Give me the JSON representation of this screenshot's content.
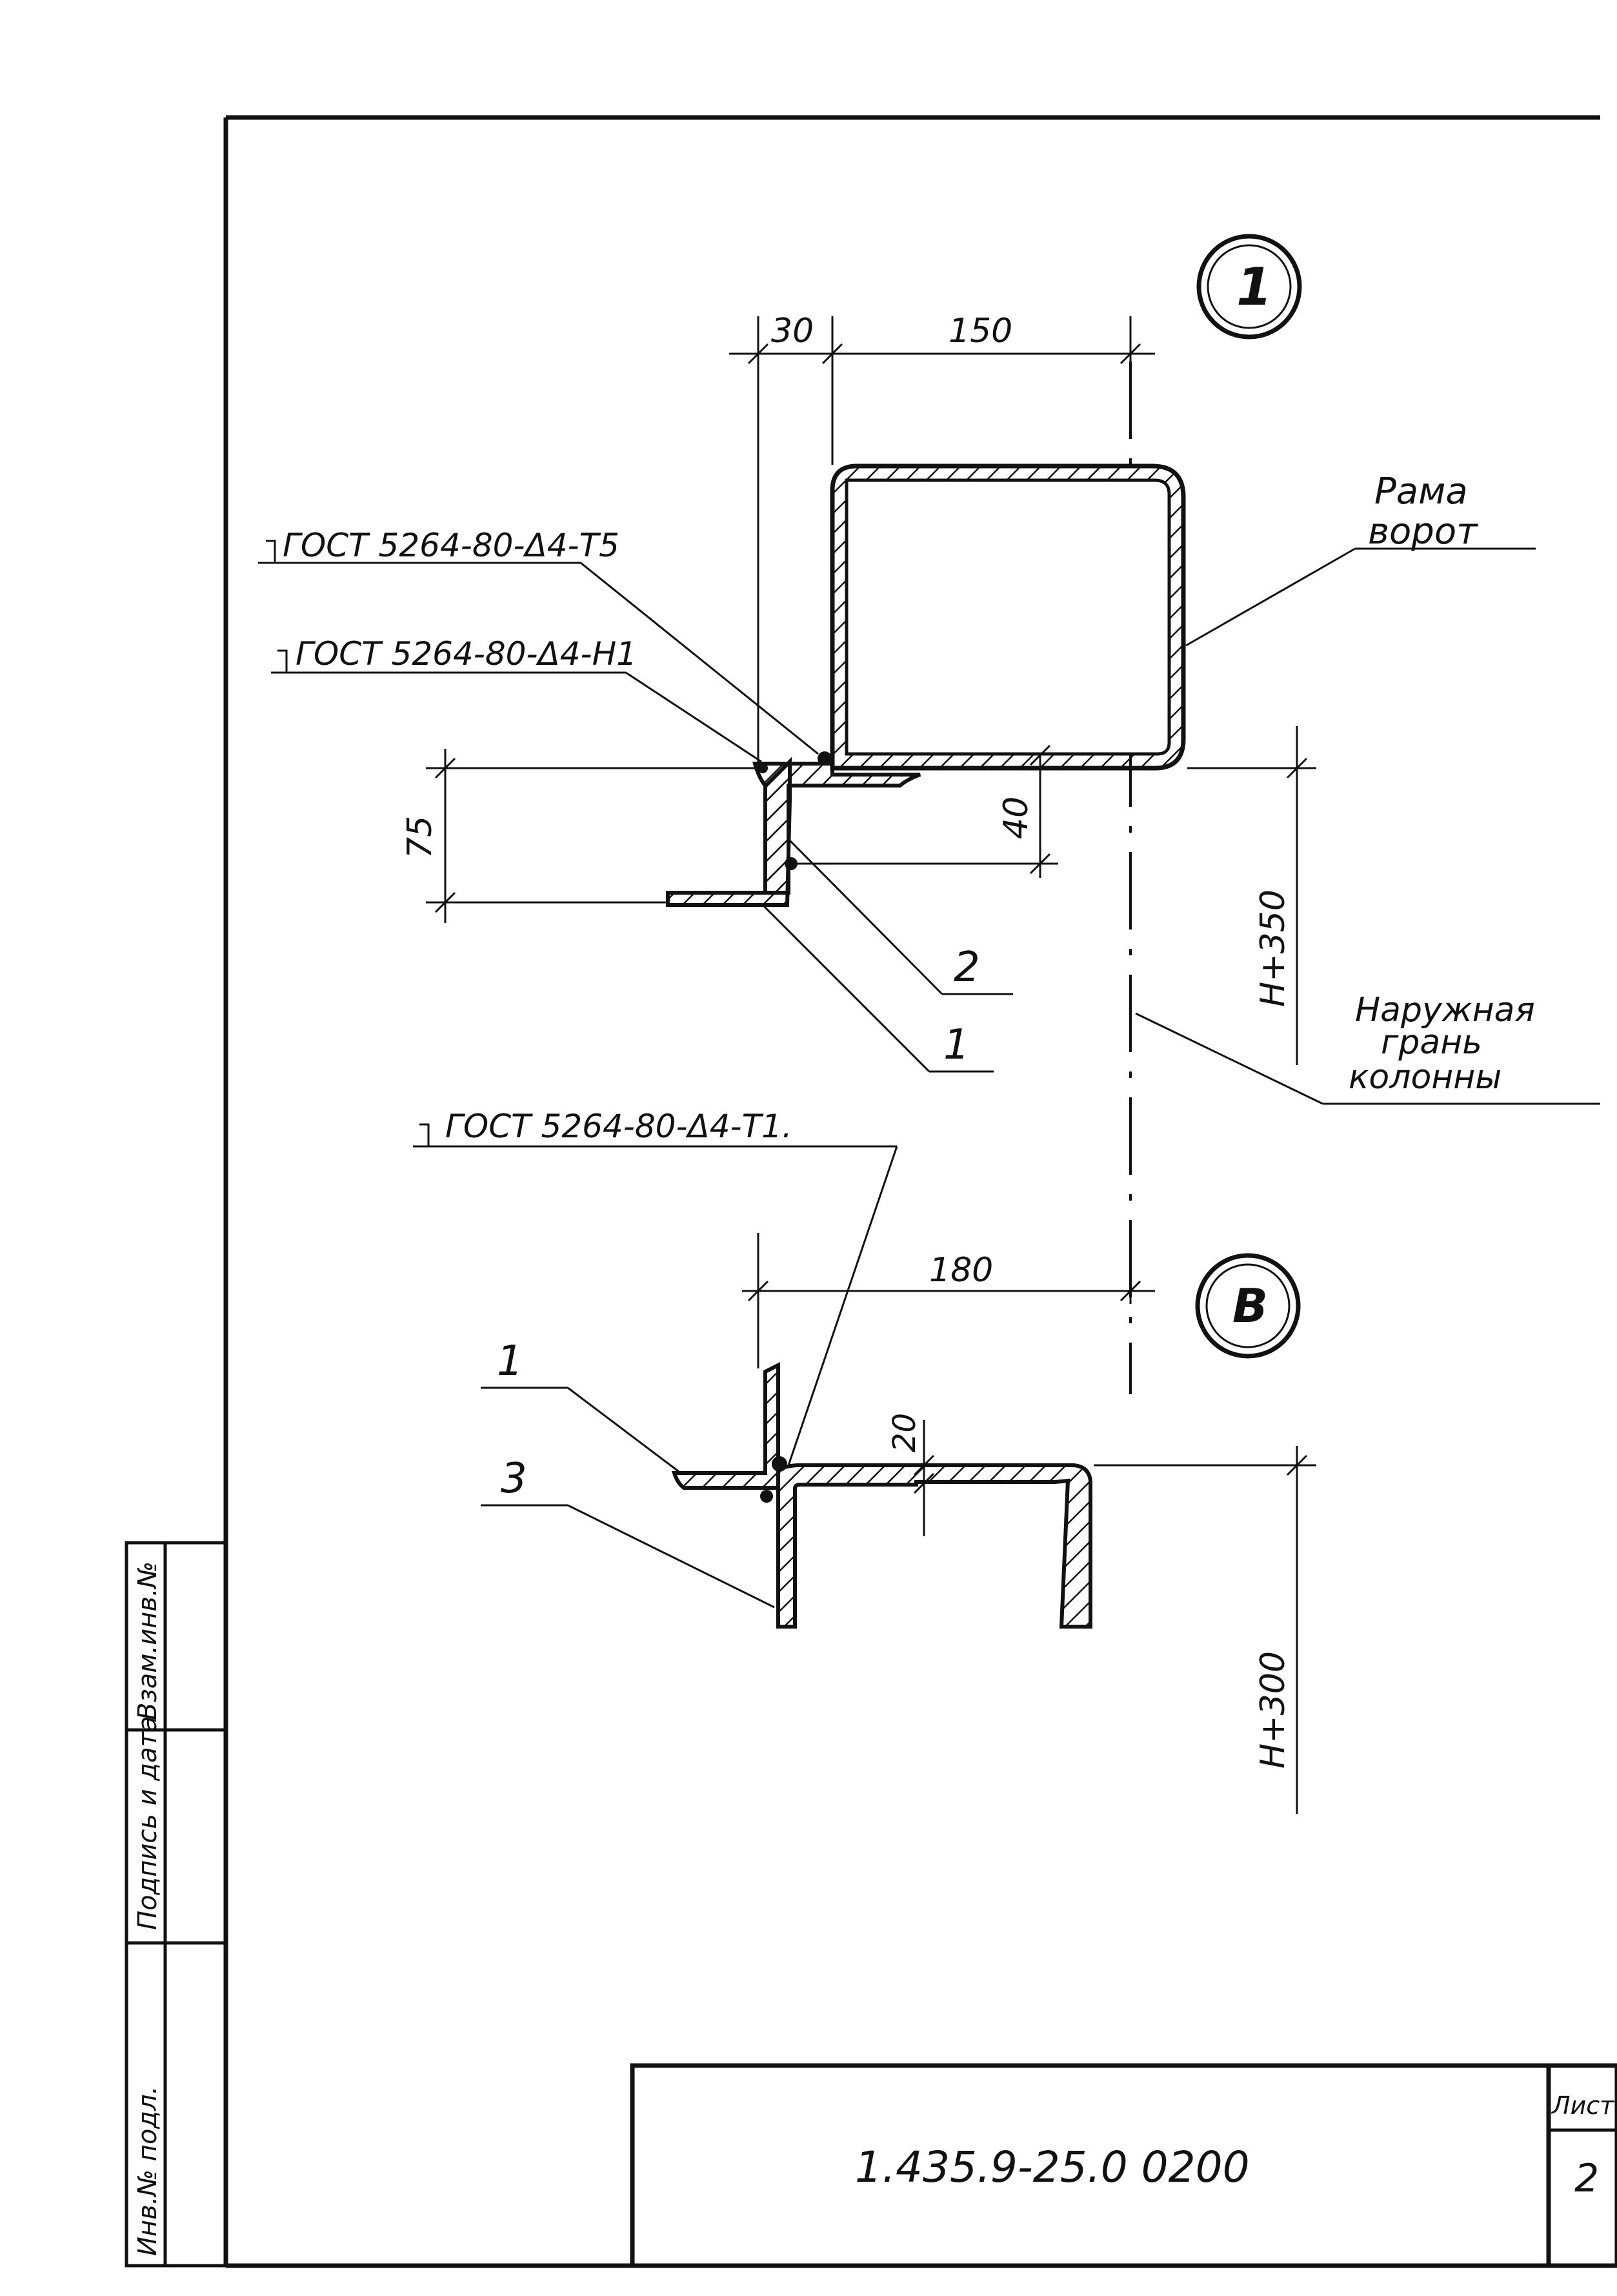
{
  "drawing": {
    "detail_1": {
      "marker": "1",
      "dims": {
        "d30": "30",
        "d150": "150",
        "d75": "75",
        "d40": "40",
        "elev": "Н+350"
      },
      "weld_top": "ГОСТ 5264-80-Δ4-Т5",
      "weld_mid": "ГОСТ 5264-80-Δ4-Н1",
      "frame_label_1": "Рама",
      "frame_label_2": "ворот",
      "pos_2": "2",
      "pos_1": "1"
    },
    "column_face": {
      "line1": "Наружная",
      "line2": "грань",
      "line3": "колонны"
    },
    "detail_b": {
      "marker": "В",
      "weld": "ГОСТ 5264-80-Δ4-Т1.",
      "dims": {
        "d180": "180",
        "d20": "20",
        "elev": "Н+300"
      },
      "pos_1": "1",
      "pos_3": "3"
    },
    "side_stamp": {
      "cells": [
        "Инв.№ подл.",
        "Подпись и дата",
        "Взам.инв.№"
      ]
    },
    "title_block": {
      "code": "1.435.9-25.0 0200",
      "sheet_label": "Лист",
      "sheet_no": "2"
    }
  }
}
